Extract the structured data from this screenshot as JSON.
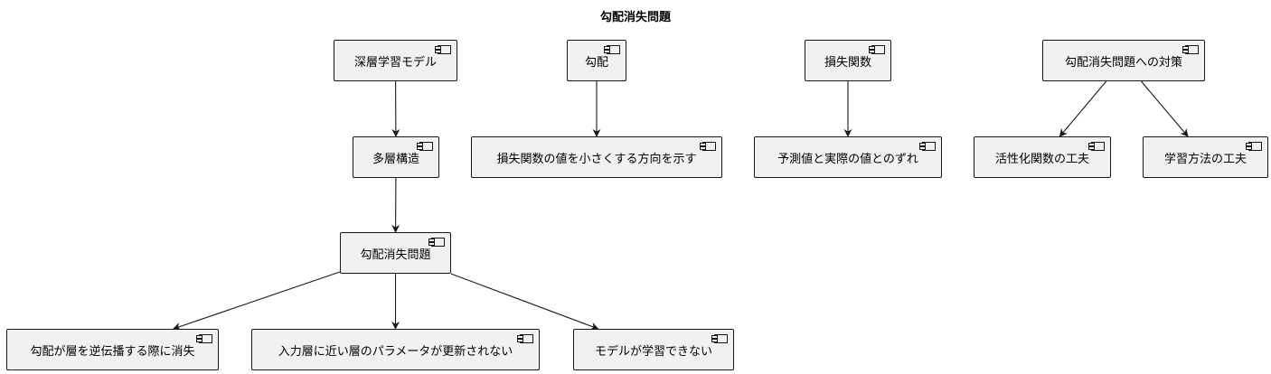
{
  "title": "勾配消失問題",
  "colors": {
    "node_fill": "#f1f1f1",
    "node_border": "#181818",
    "edge": "#181818",
    "text": "#000000"
  },
  "node_icon": "component-icon",
  "nodes": [
    {
      "id": "deep_model",
      "label": "深層学習モデル"
    },
    {
      "id": "multilayer",
      "label": "多層構造"
    },
    {
      "id": "vanishing",
      "label": "勾配消失問題"
    },
    {
      "id": "backprop_vanish",
      "label": "勾配が層を逆伝播する際に消失"
    },
    {
      "id": "params_not_updated",
      "label": "入力層に近い層のパラメータが更新されない"
    },
    {
      "id": "cannot_learn",
      "label": "モデルが学習できない"
    },
    {
      "id": "gradient",
      "label": "勾配"
    },
    {
      "id": "gradient_desc",
      "label": "損失関数の値を小さくする方向を示す"
    },
    {
      "id": "loss_fn",
      "label": "損失関数"
    },
    {
      "id": "loss_desc",
      "label": "予測値と実際の値とのずれ"
    },
    {
      "id": "countermeasures",
      "label": "勾配消失問題への対策"
    },
    {
      "id": "activation",
      "label": "活性化関数の工夫"
    },
    {
      "id": "learning_method",
      "label": "学習方法の工夫"
    }
  ],
  "edges": [
    {
      "from": "deep_model",
      "to": "multilayer"
    },
    {
      "from": "multilayer",
      "to": "vanishing"
    },
    {
      "from": "vanishing",
      "to": "backprop_vanish"
    },
    {
      "from": "vanishing",
      "to": "params_not_updated"
    },
    {
      "from": "vanishing",
      "to": "cannot_learn"
    },
    {
      "from": "gradient",
      "to": "gradient_desc"
    },
    {
      "from": "loss_fn",
      "to": "loss_desc"
    },
    {
      "from": "countermeasures",
      "to": "activation"
    },
    {
      "from": "countermeasures",
      "to": "learning_method"
    }
  ]
}
